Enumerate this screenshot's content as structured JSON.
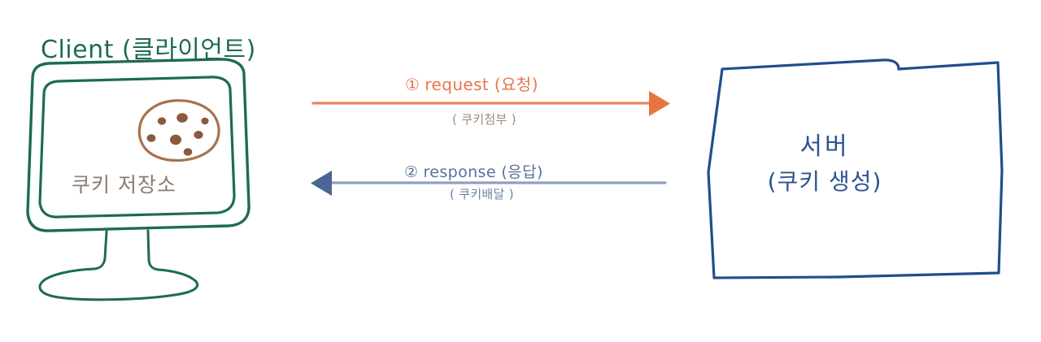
{
  "diagram": {
    "kind": "hand-drawn-sketch",
    "background_color": "#ffffff",
    "client": {
      "title": "Client (클라이언트)",
      "title_color": "#1e6b52",
      "device": "desktop-monitor",
      "device_color": "#1e6b52",
      "screen": {
        "storage_label": "쿠키 저장소",
        "storage_label_color": "#8a7d72",
        "cookie": {
          "name": "cookie",
          "outline_color": "#a9714c",
          "chip_color": "#8a5a3b",
          "chip_count": 7
        }
      }
    },
    "messages": [
      {
        "step": "①",
        "label": "request (요청)",
        "sublabel": "( 쿠키첨부 )",
        "direction": "client-to-server",
        "color": "#e8764a",
        "sublabel_color": "#a68b78"
      },
      {
        "step": "②",
        "label": "response (응답)",
        "sublabel": "( 쿠키배달 )",
        "direction": "server-to-client",
        "color": "#5a6f9c",
        "sublabel_color": "#6d7fa8"
      }
    ],
    "server": {
      "title": "서버",
      "subtitle": "(쿠키 생성)",
      "color": "#2d548f",
      "outline_color": "#1f4e8c"
    }
  }
}
